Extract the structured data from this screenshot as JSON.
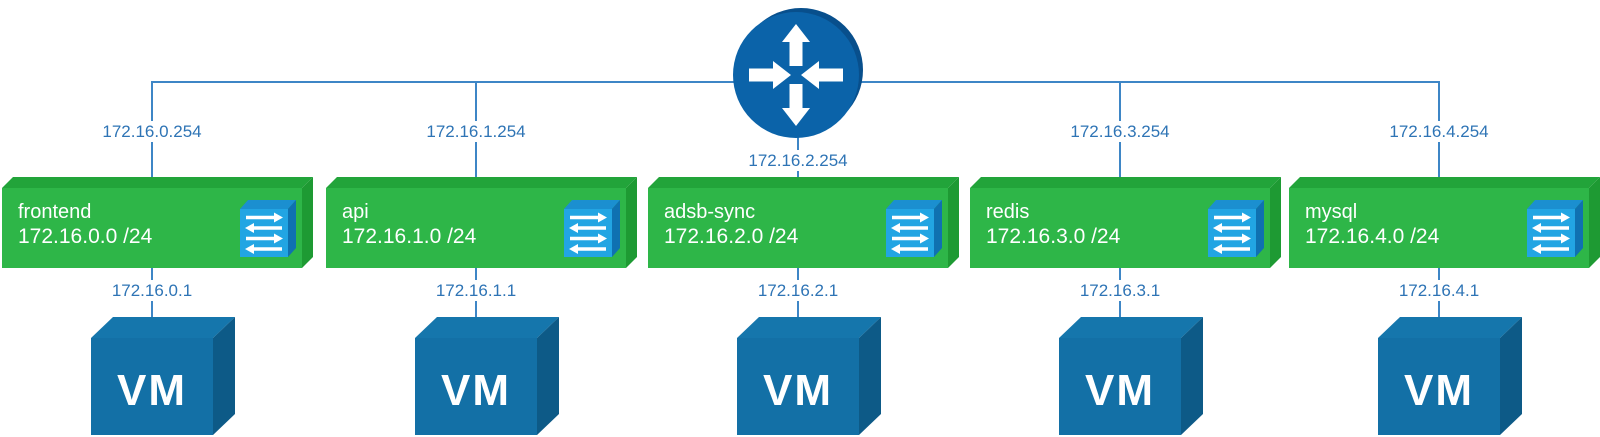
{
  "diagram": {
    "icons": {
      "router": "router-icon",
      "switch": "ethernet-switch-icon",
      "vm": "vm-cube-icon"
    },
    "subnets": [
      {
        "name": "frontend",
        "cidr": "172.16.0.0 /24",
        "gateway_ip": "172.16.0.254",
        "vm_ip": "172.16.0.1",
        "vm_label": "VM"
      },
      {
        "name": "api",
        "cidr": "172.16.1.0 /24",
        "gateway_ip": "172.16.1.254",
        "vm_ip": "172.16.1.1",
        "vm_label": "VM"
      },
      {
        "name": "adsb-sync",
        "cidr": "172.16.2.0 /24",
        "gateway_ip": "172.16.2.254",
        "vm_ip": "172.16.2.1",
        "vm_label": "VM"
      },
      {
        "name": "redis",
        "cidr": "172.16.3.0 /24",
        "gateway_ip": "172.16.3.254",
        "vm_ip": "172.16.3.1",
        "vm_label": "VM"
      },
      {
        "name": "mysql",
        "cidr": "172.16.4.0 /24",
        "gateway_ip": "172.16.4.254",
        "vm_ip": "172.16.4.1",
        "vm_label": "VM"
      }
    ],
    "theme": {
      "line": "#3E86C6",
      "label_text": "#2E74B5",
      "green": "#2EB648",
      "green_top": "#22A43A",
      "green_side": "#1E9A33",
      "router": "#0B63A9",
      "router_dark": "#084F8C",
      "switch": "#22A5E3",
      "switch_top": "#1B8FD0",
      "switch_side": "#0F71B1",
      "vm": "#1370A6",
      "vm_top": "#1576AC",
      "vm_side": "#0D5A87"
    }
  }
}
